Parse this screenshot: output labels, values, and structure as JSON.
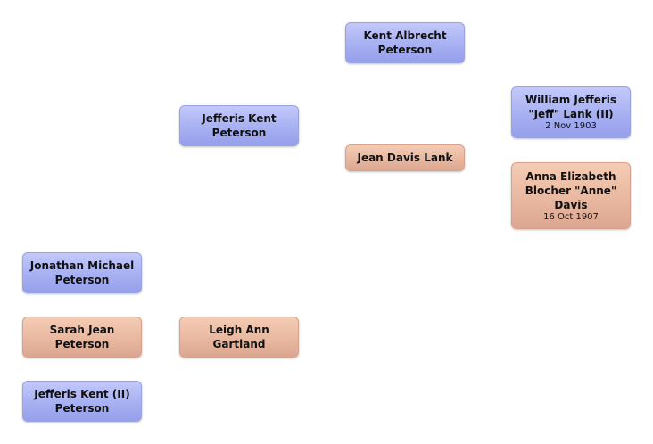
{
  "people": {
    "kent_albrecht": {
      "name_line1": "Kent Albrecht",
      "name_line2": "Peterson"
    },
    "william_jefferis": {
      "name_line1": "William Jefferis",
      "name_line2": "\"Jeff\" Lank (II)",
      "date": "2 Nov 1903"
    },
    "jefferis_kent": {
      "name_line1": "Jefferis Kent",
      "name_line2": "Peterson"
    },
    "jean_davis": {
      "name_line1": "Jean Davis  Lank"
    },
    "anna_elizabeth": {
      "name_line1": "Anna Elizabeth",
      "name_line2": "Blocher  \"Anne\"",
      "name_line3": "Davis",
      "date": "16 Oct 1907"
    },
    "jonathan_michael": {
      "name_line1": "Jonathan Michael",
      "name_line2": "Peterson"
    },
    "sarah_jean": {
      "name_line1": "Sarah Jean",
      "name_line2": "Peterson"
    },
    "leigh_ann": {
      "name_line1": "Leigh Ann",
      "name_line2": "Gartland"
    },
    "jefferis_kent_ii": {
      "name_line1": "Jefferis Kent (II)",
      "name_line2": "Peterson"
    }
  },
  "colors": {
    "male": "#a7b0f1",
    "female": "#e9b8a0"
  }
}
